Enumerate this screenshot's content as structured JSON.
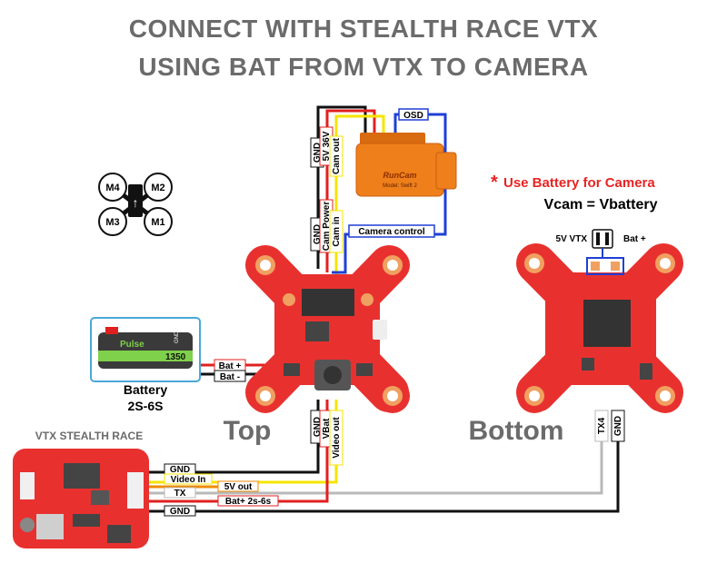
{
  "title": {
    "line1": "CONNECT WITH STEALTH RACE VTX",
    "line2": "USING BAT FROM VTX TO CAMERA"
  },
  "colors": {
    "board_red": "#e8312f",
    "pad_orange": "#f0a060",
    "camera_orange": "#ef7f1a",
    "wire_black": "#111111",
    "wire_red": "#e02020",
    "wire_yellow": "#f5e400",
    "wire_blue": "#1f3fd6",
    "wire_orange": "#f08a00",
    "wire_gray": "#b9b9b9",
    "note_red": "#e82424",
    "battery_green": "#7fd04a"
  },
  "motors": {
    "m4": "M4",
    "m2": "M2",
    "m3": "M3",
    "m1": "M1"
  },
  "camera": {
    "brand": "RunCam",
    "model": "Model: Swift 2",
    "wires_top": [
      "GND",
      "5V 36V",
      "Cam out"
    ],
    "osd": "OSD",
    "camera_control": "Camera control"
  },
  "fc_top": {
    "wires": [
      "GND",
      "Cam Power",
      "Cam in"
    ],
    "bat_plus": "Bat +",
    "bat_minus": "Bat -",
    "bottom_wires": [
      "GND",
      "VBat",
      "Video out"
    ],
    "label": "Top"
  },
  "battery": {
    "brand": "Pulse",
    "capacity": "1350",
    "gnd": "GND",
    "name": "Battery",
    "cells": "2S-6S"
  },
  "note": {
    "line1": "Use Battery for Camera",
    "line2": "Vcam = Vbattery",
    "switch_left": "5V VTX",
    "switch_right": "Bat +"
  },
  "fc_bottom": {
    "label": "Bottom",
    "wires": [
      "TX4",
      "GND"
    ]
  },
  "vtx": {
    "title": "VTX STEALTH RACE",
    "wires": [
      "GND",
      "Video In",
      "5V out",
      "TX",
      "Bat+ 2s-6s",
      "GND"
    ]
  }
}
